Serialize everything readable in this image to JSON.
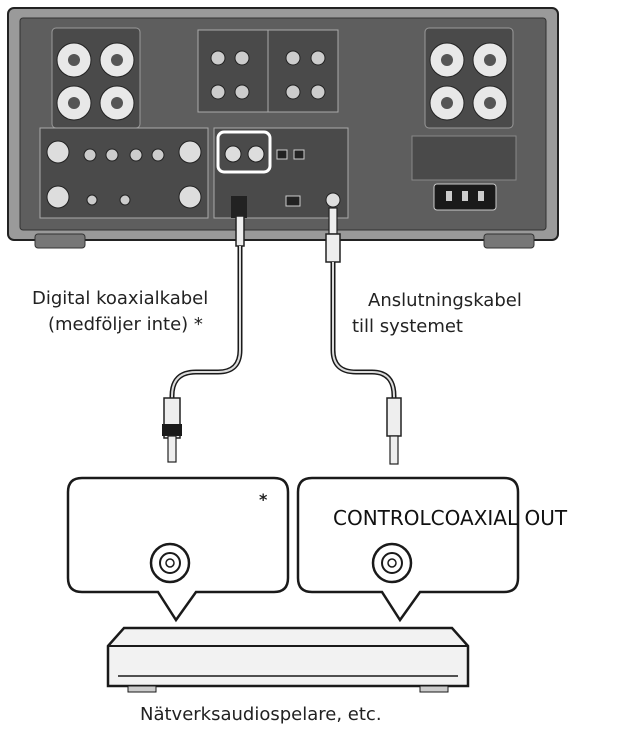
{
  "labels": {
    "cable_left_line1": "Digital koaxialkabel",
    "cable_left_line2": "(medföljer inte) *",
    "cable_right_line1": "Anslutningskabel",
    "cable_right_line2": "till systemet",
    "right_box_text": "CONTROLCOAXIAL OUT",
    "asterisk": "*",
    "device_caption": "Nätverksaudiospelare, etc."
  },
  "colors": {
    "panel_outer": "#9a9a9a",
    "panel_inner": "#5e5e5e",
    "panel_dark": "#3a3a3a",
    "line": "#1a1a1a",
    "speaker_white": "#e8e8e8",
    "box_fill": "#ffffff"
  }
}
